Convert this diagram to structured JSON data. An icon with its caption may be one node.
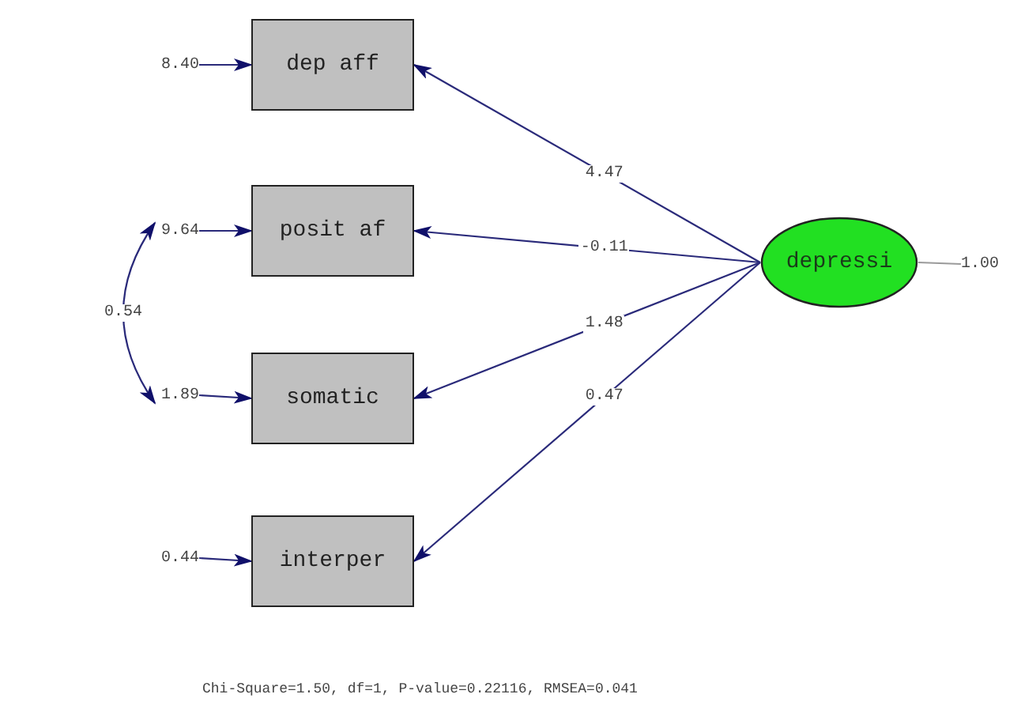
{
  "diagram": {
    "caption": "Chi-Square=1.50, df=1, P-value=0.22116, RMSEA=0.041",
    "nodes": [
      {
        "text": [
          "dep aff"
        ]
      },
      {
        "text": [
          "posit af"
        ]
      },
      {
        "text": [
          "somatic"
        ]
      },
      {
        "text": [
          "interper"
        ]
      },
      {
        "text": [
          "depressi"
        ]
      },
      {
        "text": [
          "8.40"
        ]
      },
      {
        "text": [
          "9.64"
        ]
      },
      {
        "text": [
          "1.89"
        ]
      },
      {
        "text": [
          "0.44"
        ]
      },
      {
        "text": [
          "1.00"
        ]
      }
    ],
    "edges": [
      {
        "from": 4,
        "to": 0,
        "arrow": "to",
        "label": "4.47"
      },
      {
        "from": 4,
        "to": 1,
        "arrow": "to",
        "label": "-0.11"
      },
      {
        "from": 4,
        "to": 2,
        "arrow": "to",
        "label": "1.48"
      },
      {
        "from": 4,
        "to": 3,
        "arrow": "to",
        "label": "0.47"
      },
      {
        "from": 5,
        "to": 0,
        "arrow": "to"
      },
      {
        "from": 6,
        "to": 1,
        "arrow": "to"
      },
      {
        "from": 7,
        "to": 2,
        "arrow": "to"
      },
      {
        "from": 8,
        "to": 3,
        "arrow": "to"
      },
      {
        "from": 6,
        "to": 7,
        "arrow": "both",
        "label": "0.54"
      },
      {
        "from": 4,
        "to": 9,
        "arrow": "none",
        "color": "#9a9a9a"
      }
    ]
  }
}
